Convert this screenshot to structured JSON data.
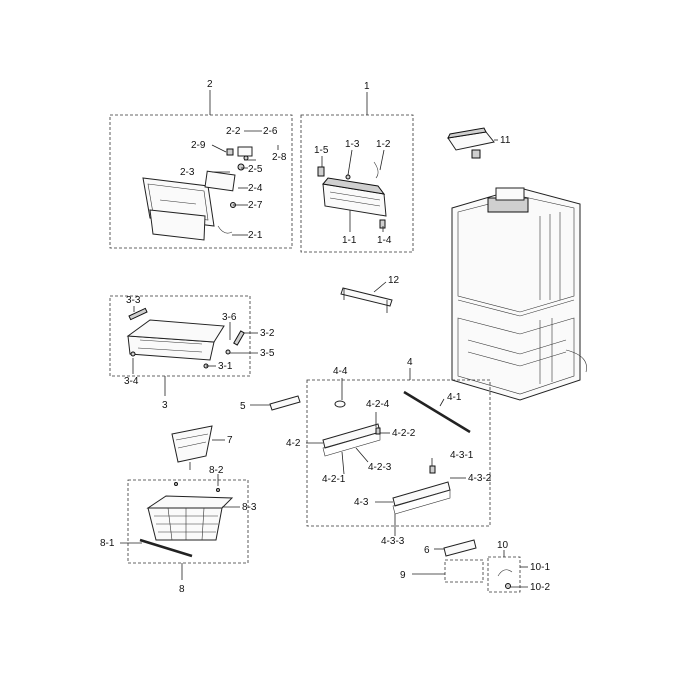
{
  "callouts": {
    "n1": "1",
    "n1_1": "1-1",
    "n1_2": "1-2",
    "n1_3": "1-3",
    "n1_4": "1-4",
    "n1_5": "1-5",
    "n2": "2",
    "n2_1": "2-1",
    "n2_2": "2-2",
    "n2_3": "2-3",
    "n2_4": "2-4",
    "n2_5": "2-5",
    "n2_6": "2-6",
    "n2_7": "2-7",
    "n2_8": "2-8",
    "n2_9": "2-9",
    "n3": "3",
    "n3_1": "3-1",
    "n3_2": "3-2",
    "n3_3": "3-3",
    "n3_4": "3-4",
    "n3_5": "3-5",
    "n3_6": "3-6",
    "n4": "4",
    "n4_1": "4-1",
    "n4_2": "4-2",
    "n4_2_1": "4-2-1",
    "n4_2_2": "4-2-2",
    "n4_2_3": "4-2-3",
    "n4_2_4": "4-2-4",
    "n4_3": "4-3",
    "n4_3_1": "4-3-1",
    "n4_3_2": "4-3-2",
    "n4_3_3": "4-3-3",
    "n4_4": "4-4",
    "n5": "5",
    "n6": "6",
    "n7": "7",
    "n8": "8",
    "n8_1": "8-1",
    "n8_2": "8-2",
    "n8_3": "8-3",
    "n9": "9",
    "n10": "10",
    "n10_1": "10-1",
    "n10_2": "10-2",
    "n11": "11",
    "n12": "12"
  }
}
